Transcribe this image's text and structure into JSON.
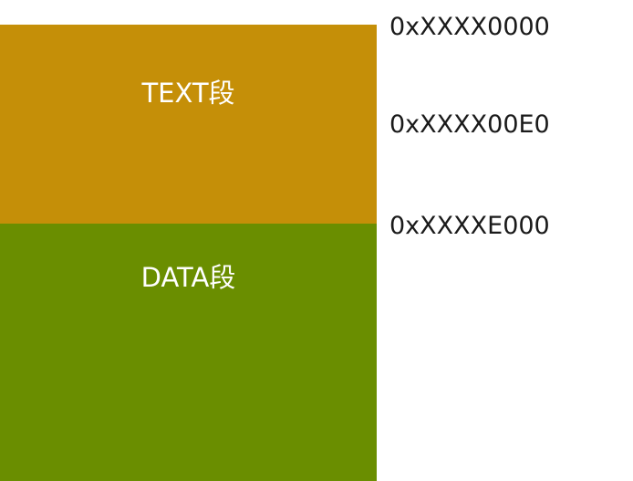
{
  "segments": {
    "text": {
      "label": "TEXT段",
      "color": "#c58f08"
    },
    "data": {
      "label": "DATA段",
      "color": "#6a8e00"
    }
  },
  "addresses": [
    "0xXXXX0000",
    "0xXXXX00E0",
    "0xXXXXE000"
  ]
}
